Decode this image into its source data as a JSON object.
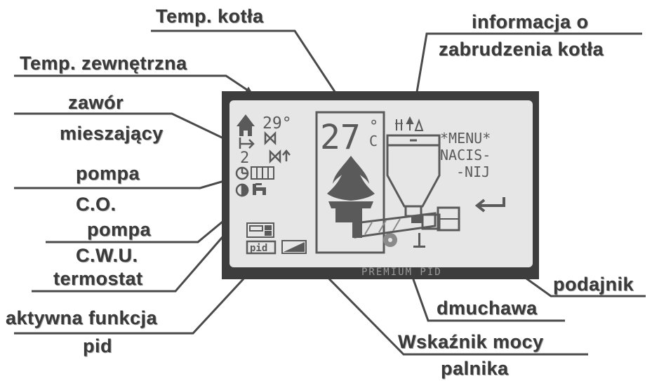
{
  "labels": {
    "temp_kotla": "Temp. kotła",
    "info_line1": "informacja o",
    "info_line2": "zabrudzenia kotła",
    "temp_zewn": "Temp. zewnętrzna",
    "zawor_line1": "zawór",
    "zawor_line2": "mieszający",
    "pompa_co_line1": "pompa",
    "pompa_co_line2": "C.O.",
    "pompa_cwu_line1": "pompa",
    "pompa_cwu_line2": "C.W.U.",
    "termostat": "termostat",
    "pid_line1": "aktywna funkcja",
    "pid_line2": "pid",
    "podajnik": "podajnik",
    "dmuchawa": "dmuchawa",
    "moc_line1": "Wskaźnik mocy",
    "moc_line2": "palnika"
  },
  "display": {
    "outside_temp": "29°",
    "valve_number": "2",
    "boiler_temp": "27",
    "boiler_unit_deg": "°",
    "boiler_unit_c": "C",
    "menu_line1": "*MENU*",
    "menu_line2": "NACIS-",
    "menu_line3": "-NIJ",
    "pid_badge": "pid",
    "brand": "PREMIUM PID"
  },
  "icons": {
    "house": "house-icon",
    "valve": "valve-icon",
    "pump": "pump-icon",
    "radiator": "radiator-icon",
    "tap": "tap-icon",
    "thermostat": "thermostat-icon",
    "flame": "flame-icon",
    "hopper": "hopper-icon",
    "fan": "fan-icon",
    "enter": "enter-icon",
    "power": "power-indicator-icon",
    "dirt": "dirt-info-icon"
  },
  "colors": {
    "bezel": "#3d3d3d",
    "lcd": "#e6e6e6",
    "pixel": "#5a5a5a",
    "label": "#3a3a3a"
  }
}
